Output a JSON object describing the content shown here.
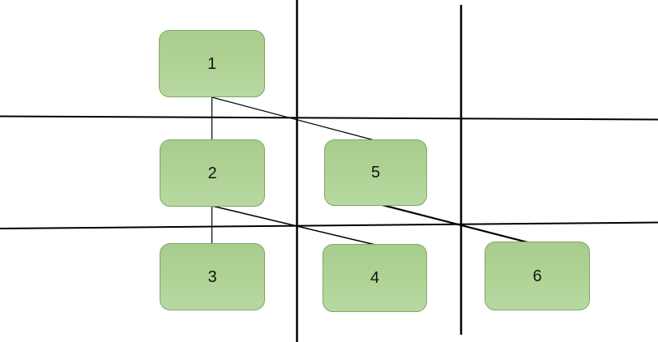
{
  "diagram": {
    "type": "node-link-diagram-on-grid",
    "nodes": [
      {
        "id": "1",
        "label": "1",
        "grid_row": 1,
        "grid_col": 1
      },
      {
        "id": "2",
        "label": "2",
        "grid_row": 2,
        "grid_col": 1
      },
      {
        "id": "3",
        "label": "3",
        "grid_row": 3,
        "grid_col": 1
      },
      {
        "id": "4",
        "label": "4",
        "grid_row": 3,
        "grid_col": 2
      },
      {
        "id": "5",
        "label": "5",
        "grid_row": 2,
        "grid_col": 2
      },
      {
        "id": "6",
        "label": "6",
        "grid_row": 3,
        "grid_col": 3
      }
    ],
    "edges": [
      {
        "from": "1",
        "to": "2"
      },
      {
        "from": "1",
        "to": "5"
      },
      {
        "from": "2",
        "to": "3"
      },
      {
        "from": "2",
        "to": "4"
      },
      {
        "from": "5",
        "to": "6"
      }
    ],
    "grid": {
      "vertical_lines_x": [
        366,
        569
      ],
      "horizontal_lines_y": [
        145,
        278
      ]
    },
    "colors": {
      "node_fill_top": "#a7cd8e",
      "node_fill_bottom": "#b7d9a2",
      "node_border": "#7fa763",
      "node_text": "#141414",
      "line": "#000000",
      "background": "#ffffff"
    }
  }
}
